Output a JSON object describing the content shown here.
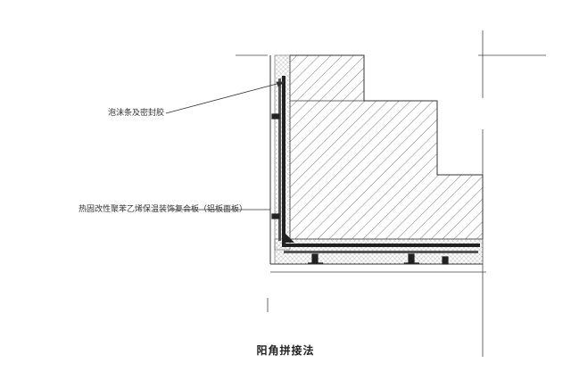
{
  "callouts": {
    "foam_strip": "泡沫条及密封胶",
    "composite_panel": "热固改性聚苯乙烯保温装饰复合板（铝板面板）"
  },
  "caption": "阳角拼接法",
  "colors": {
    "line": "#333333",
    "hatch": "#555555",
    "insulation": "#999999",
    "panel_face": "#222222"
  }
}
